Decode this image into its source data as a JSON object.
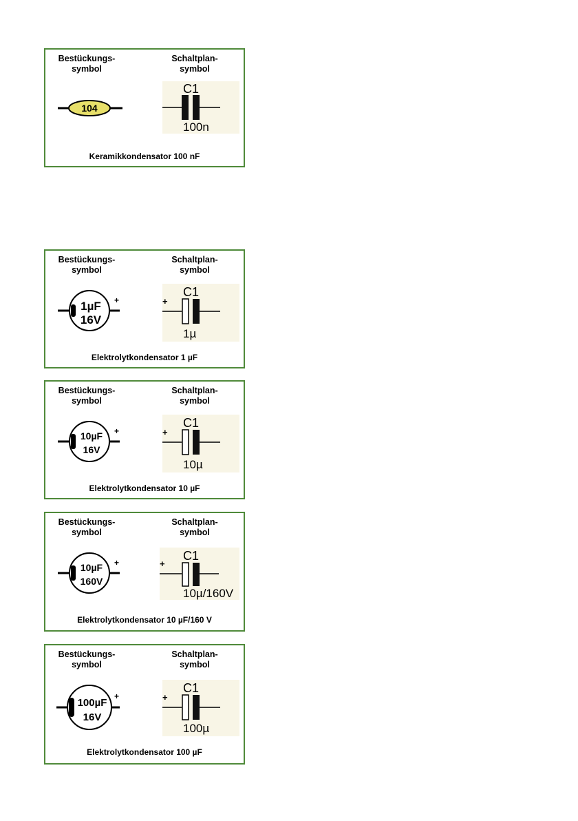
{
  "header_left": "Bestückungs-\nsymbol",
  "header_right": "Schaltplan-\nsymbol",
  "cards": [
    {
      "caption": "Keramikkondensator 100 nF",
      "part_label": "104",
      "ref": "C1",
      "value": "100n",
      "type": "ceramic"
    },
    {
      "caption": "Elektrolytkondensator 1 µF",
      "part_line1": "1µF",
      "part_line2": "16V",
      "plus": "+",
      "ref": "C1",
      "value": "1µ",
      "type": "electrolytic"
    },
    {
      "caption": "Elektrolytkondensator 10 µF",
      "part_line1": "10µF",
      "part_line2": "16V",
      "plus": "+",
      "ref": "C1",
      "value": "10µ",
      "type": "electrolytic"
    },
    {
      "caption": "Elektrolytkondensator 10 µF/160 V",
      "part_line1": "10µF",
      "part_line2": "160V",
      "plus": "+",
      "ref": "C1",
      "value": "10µ/160V",
      "type": "electrolytic"
    },
    {
      "caption": "Elektrolytkondensator 100 µF",
      "part_line1": "100µF",
      "part_line2": "16V",
      "plus": "+",
      "ref": "C1",
      "value": "100µ",
      "type": "electrolytic"
    }
  ],
  "colors": {
    "border": "#4f8a3a",
    "schematic_bg": "#f8f5e6",
    "ceramic_fill": "#e8e06a"
  }
}
